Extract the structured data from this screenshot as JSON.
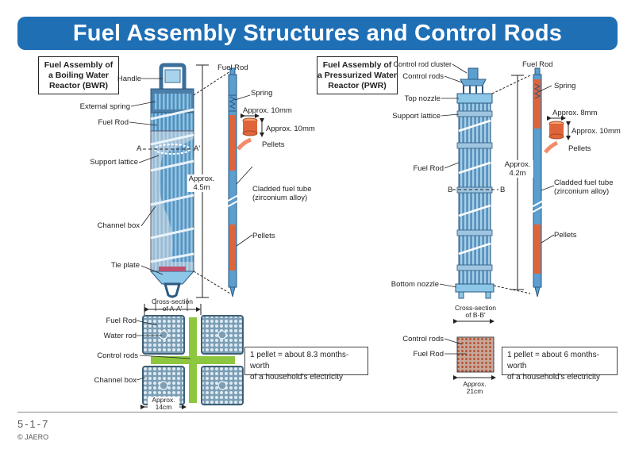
{
  "title": "Fuel Assembly Structures and Control Rods",
  "bwr": {
    "box_line1": "Fuel Assembly of",
    "box_line2": "a Boiling Water",
    "box_line3": "Reactor (BWR)",
    "handle": "Handle",
    "external_spring": "External spring",
    "fuel_rod": "Fuel Rod",
    "section_a": "A",
    "section_a_prime": "A'",
    "support_lattice": "Support lattice",
    "channel_box": "Channel box",
    "tie_plate": "Tie plate",
    "length_line1": "Approx.",
    "length_line2": "4.5m",
    "rod_title": "Fuel Rod",
    "spring": "Spring",
    "pellet_h": "Approx. 10mm",
    "pellet_w": "Approx. 10mm",
    "pellets": "Pellets",
    "clad_line1": "Cladded fuel tube",
    "clad_line2": "(zirconium alloy)",
    "pellets2": "Pellets",
    "cross_line1": "Cross-section",
    "cross_line2": "of A-A'",
    "cs_fuel_rod": "Fuel Rod",
    "cs_water_rod": "Water rod",
    "cs_control_rods": "Control rods",
    "cs_channel_box": "Channel box",
    "width_line1": "Approx.",
    "width_line2": "14cm",
    "note_line1": "1 pellet = about 8.3 months-worth",
    "note_line2": "of a household's electricity"
  },
  "pwr": {
    "box_line1": "Fuel Assembly of",
    "box_line2": "a Pressurized Water",
    "box_line3": "Reactor (PWR)",
    "control_rod_cluster": "Control rod cluster",
    "control_rods": "Control rods",
    "top_nozzle": "Top nozzle",
    "support_lattice": "Support lattice",
    "fuel_rod": "Fuel Rod",
    "section_b": "B",
    "section_b2": "B",
    "length_line1": "Approx.",
    "length_line2": "4.2m",
    "bottom_nozzle": "Bottom nozzle",
    "rod_title": "Fuel Rod",
    "spring": "Spring",
    "pellet_h": "Approx. 8mm",
    "pellet_w": "Approx. 10mm",
    "pellets": "Pellets",
    "clad_line1": "Cladded fuel tube",
    "clad_line2": "(zirconium alloy)",
    "pellets2": "Pellets",
    "cross_line1": "Cross-section",
    "cross_line2": "of B-B'",
    "cs_control_rods": "Control rods",
    "cs_fuel_rod": "Fuel Rod",
    "width_line1": "Approx.",
    "width_line2": "21cm",
    "note_line1": "1 pellet = about 6 months-worth",
    "note_line2": "of a household's electricity"
  },
  "footer": {
    "page": "5-1-7",
    "copyright": "© JAERO"
  },
  "colors": {
    "title_bar": "#1f6fb5",
    "rod_blue": "#5a9fd0",
    "pellet_orange": "#e0643a",
    "control_green": "#8dc63f",
    "grid_steel": "#5f86a0"
  }
}
